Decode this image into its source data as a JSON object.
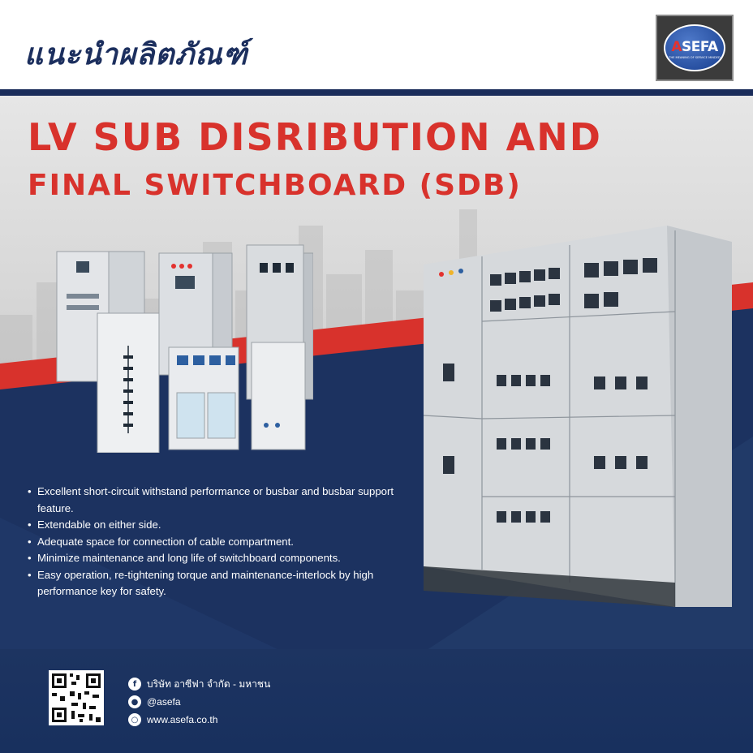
{
  "header": {
    "title": "แนะนำผลิตภัณฑ์",
    "logo": {
      "text_a": "A",
      "text_rest": "SEFA",
      "tagline": "THE MEANING OF SERVICE MINDED"
    }
  },
  "hero": {
    "title_line1": "LV SUB DISRIBUTION AND",
    "title_line2": "FINAL SWITCHBOARD (SDB)",
    "features": [
      "Excellent short-circuit withstand performance or busbar and busbar support feature.",
      "Extendable on either side.",
      "Adequate space for connection of cable compartment.",
      "Minimize maintenance and long life of switchboard components.",
      "Easy operation, re-tightening torque and maintenance-interlock by high performance key for safety."
    ]
  },
  "footer": {
    "company": "บริษัท อาซีฟา จำกัด - มหาชน",
    "line_id": "@asefa",
    "website": "www.asefa.co.th"
  },
  "colors": {
    "navy": "#1a2c5a",
    "red": "#d8322c",
    "white": "#ffffff"
  }
}
